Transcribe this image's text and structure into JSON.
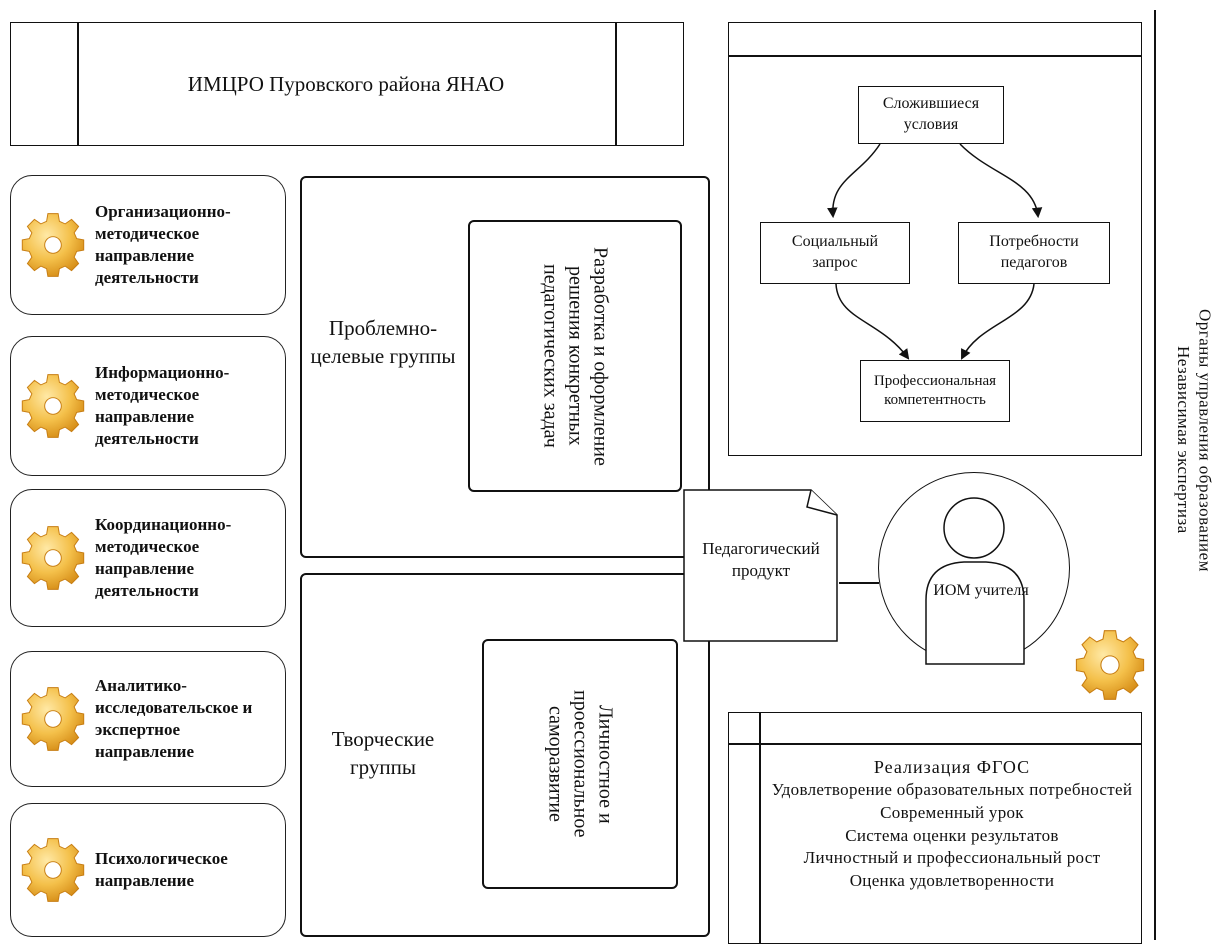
{
  "header": {
    "title": "ИМЦРО Пуровского района ЯНАО"
  },
  "directions": [
    {
      "label": "Организационно-методическое направление деятельности",
      "icon": "gear-icon"
    },
    {
      "label": "Информационно-методическое направление деятельности",
      "icon": "gear-icon"
    },
    {
      "label": "Координационно-методическое направление деятельности",
      "icon": "gear-icon"
    },
    {
      "label": "Аналитико-исследовательское и экспертное направление",
      "icon": "gear-icon"
    },
    {
      "label": "Психологическое направление",
      "icon": "gear-icon"
    }
  ],
  "groups": {
    "problem": {
      "title": "Проблемно-целевые группы",
      "task": "Разработка и оформление решения конкретных педагогических задач"
    },
    "creative": {
      "title": "Творческие группы",
      "task": "Личностное и проессиональное саморазвитие"
    }
  },
  "product": {
    "label": "Педагогический продукт"
  },
  "iom": {
    "label": "ИОМ учителя",
    "icon": "person-icon"
  },
  "flow": {
    "conditions": "Сложившиеся условия",
    "social": "Социальный запрос",
    "needs": "Потребности педагогов",
    "competence": "Профессиональная компетентность"
  },
  "results": {
    "items": [
      "Реализация ФГОС",
      "Удовлетворение образовательных потребностей",
      "Современный урок",
      "Система оценки результатов",
      "Личностный и профессиональный рост",
      "Оценка удовлетворенности"
    ]
  },
  "side": {
    "line1": "Органы управления образованием",
    "line2": "Независимая экспертиза"
  },
  "colors": {
    "gear_light": "#f8d272",
    "gear_dark": "#d9901c",
    "line": "#111111"
  }
}
